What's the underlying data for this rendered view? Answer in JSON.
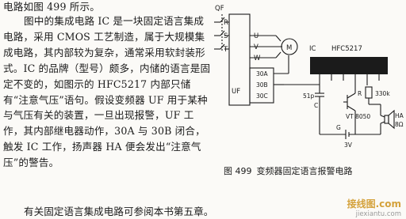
{
  "text": {
    "first_line": "电路如图 499 所示。",
    "body": "图中的集成电路 IC 是一块固定语言集成电路，采用 CMOS 工艺制造，属于大规模集成电路，其内部较为复杂，通常采用软封装形式。IC 的品牌（型号）颇多，内储的语言是固定不变的，如图示的 HFC5217 内部只储有“注意气压”语句。假设变频器 UF 用于某种与气压有关的装置，一旦出现报警，UF 工作，其内部继电器动作，30A 与 30B 闭合，触发 IC 工作，扬声器 HA 便会发出“注意气压”的警告。",
    "last_line": "有关固定语言集成电路可参阅本书第五章。"
  },
  "figure": {
    "caption_number": "图 499",
    "caption_text": "变频器固定语言报警电路",
    "labels": {
      "qf": "QF",
      "r": "R",
      "s": "S",
      "t": "T",
      "u": "U",
      "v": "V",
      "w": "W",
      "motor": "M",
      "uf": "UF",
      "a30": "30A",
      "b30": "30B",
      "c30": "30C",
      "ic": "IC",
      "ic_model": "HFC5217",
      "cap": "51p",
      "cap_c": "C",
      "res": "R",
      "res_val": "330k",
      "transistor": "VT 8050",
      "speaker": "HA",
      "speaker_val": "8Ω",
      "battery_g": "G",
      "battery_v": "3V"
    }
  },
  "watermark": {
    "logo": "接线图.com",
    "url": "jiexiantu.com"
  }
}
